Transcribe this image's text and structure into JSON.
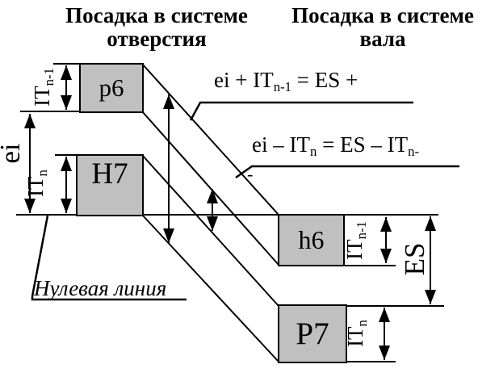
{
  "titles": {
    "left_line1": "Посадка в системе",
    "left_line2": "отверстия",
    "right_line1": "Посадка в системе",
    "right_line2": "вала"
  },
  "zones": {
    "p6": "p6",
    "H7": "H7",
    "h6": "h6",
    "P7": "P7"
  },
  "formulas": {
    "f1": {
      "pre": "ei + IT",
      "sub": "n-1",
      "post": " = ES +"
    },
    "f2": {
      "pre": "ei – IT",
      "sub1": "n",
      "mid": " = ES – IT",
      "sub2": "n-",
      "wrap": "-"
    }
  },
  "dim_labels": {
    "it_top_left": {
      "base": "IT",
      "sub": "n-1"
    },
    "ei": "ei",
    "it_bottom_left": {
      "base": "IT",
      "sub": "n"
    },
    "it_top_right": {
      "base": "IT",
      "sub": "n-1"
    },
    "es": "ES",
    "it_bottom_right": {
      "base": "IT",
      "sub": "n"
    }
  },
  "annotations": {
    "zero_line": "Нулевая линия"
  },
  "colors": {
    "zone_fill": "#c0c0c0",
    "line": "#000000",
    "background": "#ffffff"
  }
}
